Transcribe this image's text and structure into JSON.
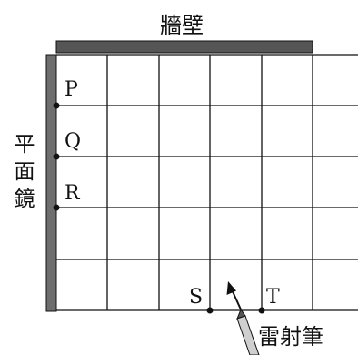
{
  "wall_label": "牆壁",
  "mirror_label": [
    "平",
    "面",
    "鏡"
  ],
  "point_labels": {
    "P": "P",
    "Q": "Q",
    "R": "R",
    "S": "S",
    "T": "T"
  },
  "pen_label": "雷射筆",
  "colors": {
    "ink": "#111111",
    "wall_fill": "#555555",
    "mirror_fill": "#6e6e6e",
    "pen_fill": "#cfcfcf"
  }
}
